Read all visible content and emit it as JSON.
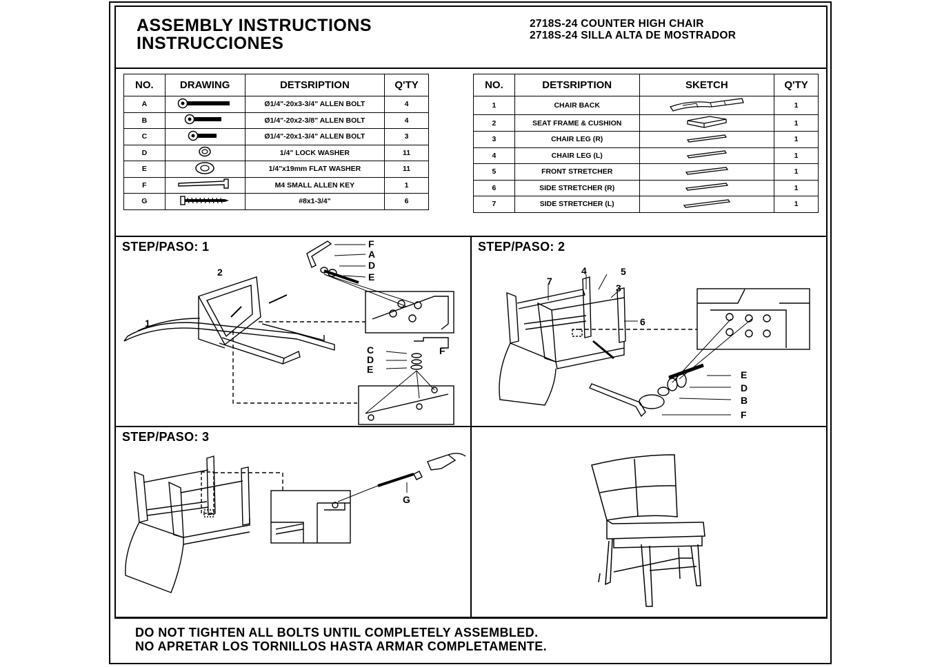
{
  "header": {
    "title_en": "ASSEMBLY INSTRUCTIONS",
    "title_es": "INSTRUCCIONES",
    "model_en": "2718S-24 COUNTER HIGH CHAIR",
    "model_es": "2718S-24 SILLA ALTA DE MOSTRADOR"
  },
  "hardware_table": {
    "headers": [
      "NO.",
      "DRAWING",
      "DETSRIPTION",
      "Q'TY"
    ],
    "rows": [
      {
        "no": "A",
        "drawing": "long-bolt-icon",
        "desc": "Ø1/4\"-20x3-3/4\" ALLEN BOLT",
        "qty": "4"
      },
      {
        "no": "B",
        "drawing": "medium-bolt-icon",
        "desc": "Ø1/4\"-20x2-3/8\" ALLEN BOLT",
        "qty": "4"
      },
      {
        "no": "C",
        "drawing": "short-bolt-icon",
        "desc": "Ø1/4\"-20x1-3/4\" ALLEN BOLT",
        "qty": "3"
      },
      {
        "no": "D",
        "drawing": "lock-washer-icon",
        "desc": "1/4\" LOCK WASHER",
        "qty": "11"
      },
      {
        "no": "E",
        "drawing": "flat-washer-icon",
        "desc": "1/4\"x19mm FLAT WASHER",
        "qty": "11"
      },
      {
        "no": "F",
        "drawing": "allen-key-icon",
        "desc": "M4 SMALL ALLEN KEY",
        "qty": "1"
      },
      {
        "no": "G",
        "drawing": "wood-screw-icon",
        "desc": "#8x1-3/4\"",
        "qty": "6"
      }
    ]
  },
  "parts_table": {
    "headers": [
      "NO.",
      "DETSRIPTION",
      "SKETCH",
      "Q'TY"
    ],
    "rows": [
      {
        "no": "1",
        "desc": "CHAIR BACK",
        "sketch": "chair-back-sketch-icon",
        "qty": "1"
      },
      {
        "no": "2",
        "desc": "SEAT FRAME & CUSHION",
        "sketch": "seat-sketch-icon",
        "qty": "1"
      },
      {
        "no": "3",
        "desc": "CHAIR LEG (R)",
        "sketch": "leg-sketch-icon",
        "qty": "1"
      },
      {
        "no": "4",
        "desc": "CHAIR LEG (L)",
        "sketch": "leg-sketch-icon",
        "qty": "1"
      },
      {
        "no": "5",
        "desc": "FRONT STRETCHER",
        "sketch": "stretcher-sketch-icon",
        "qty": "1"
      },
      {
        "no": "6",
        "desc": "SIDE STRETCHER (R)",
        "sketch": "stretcher-sketch-icon",
        "qty": "1"
      },
      {
        "no": "7",
        "desc": "SIDE STRETCHER (L)",
        "sketch": "stretcher-sketch-icon",
        "qty": "1"
      }
    ]
  },
  "steps": {
    "step1": {
      "title": "STEP/PASO: 1",
      "labels": {
        "part1": "1",
        "part2": "2",
        "f": "F",
        "a": "A",
        "d": "D",
        "e": "E",
        "c2": "C",
        "d2": "D",
        "e2": "E",
        "f2": "F"
      }
    },
    "step2": {
      "title": "STEP/PASO: 2",
      "labels": {
        "p4": "4",
        "p5": "5",
        "p7": "7",
        "p3": "3",
        "p6": "6",
        "e": "E",
        "d": "D",
        "b": "B",
        "f": "F"
      }
    },
    "step3": {
      "title": "STEP/PASO: 3",
      "labels": {
        "g": "G"
      }
    }
  },
  "footer": {
    "line_en": "DO NOT TIGHTEN ALL BOLTS UNTIL COMPLETELY ASSEMBLED.",
    "line_es": "NO APRETAR LOS TORNILLOS HASTA ARMAR COMPLETAMENTE."
  }
}
